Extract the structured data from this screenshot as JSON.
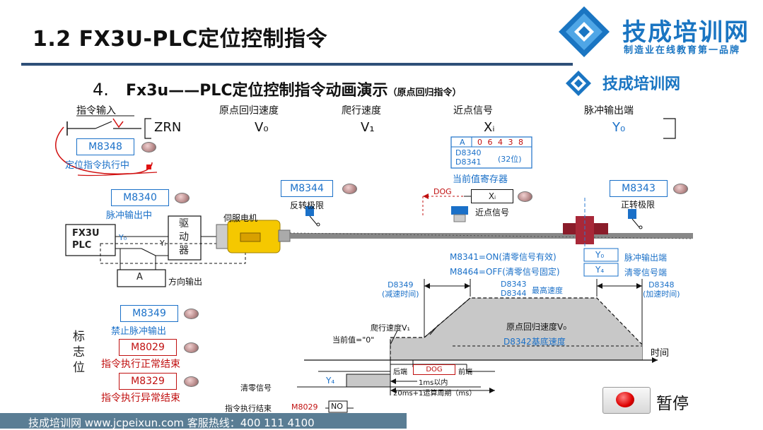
{
  "header": {
    "title": "1.2  FX3U-PLC定位控制指令",
    "brand": {
      "name": "技成培训网",
      "slogan": "制造业在线教育第一品牌"
    }
  },
  "section": {
    "number": "4.",
    "title": "Fx3u——PLC定位控制指令动画演示",
    "subtitle": "（原点回归指令）",
    "brand_small": "技成培训网"
  },
  "instruction": {
    "labels": [
      "指令输入",
      "原点回归速度",
      "爬行速度",
      "近点信号",
      "脉冲输出端"
    ],
    "symbols": [
      "ZRN",
      "V₀",
      "V₁",
      "Xᵢ",
      "Y₀"
    ]
  },
  "m8348": {
    "label": "M8348",
    "caption": "定位指令执行中"
  },
  "register": {
    "a": "A",
    "digits": "0 6 4 3 8",
    "d1": "D8340",
    "d2": "D8341",
    "bits": "(32位)",
    "caption": "当前值寄存器"
  },
  "m8340": {
    "label": "M8340",
    "caption": "脉冲输出中"
  },
  "m8344": {
    "label": "M8344",
    "caption": "反转极限"
  },
  "m8343": {
    "label": "M8343",
    "caption": "正转极限"
  },
  "dog": {
    "label": "DOG",
    "xi": "Xᵢ",
    "caption": "近点信号"
  },
  "wiring": {
    "plc": "FX3U\nPLC",
    "y0": "Y₀",
    "yi": "Yᵢ",
    "driver": "驱\n动\n器",
    "a": "A",
    "dir_output": "方向输出",
    "servo": "伺服电机"
  },
  "flags": {
    "m8341": "M8341=ON(清零信号有效)",
    "m8464": "M8464=OFF(清零信号固定)",
    "y0": "Y₀",
    "y0_caption": "脉冲输出端",
    "y4": "Y₄",
    "y4_caption": "清零信号端"
  },
  "status": {
    "side_label": "标\n志\n位",
    "m8349": {
      "label": "M8349",
      "caption": "禁止脉冲输出"
    },
    "m8029": {
      "label": "M8029",
      "caption": "指令执行正常结束"
    },
    "m8329": {
      "label": "M8329",
      "caption": "指令执行异常结束"
    }
  },
  "timing": {
    "d8349": "D8349\n(减速时间)",
    "d8343": "D8343\nD8344",
    "max_speed": "最高速度",
    "d8348": "D8348\n(加速时间)",
    "creep_speed": "爬行速度V₁",
    "home_speed": "原点回归速度V₀",
    "base_speed": "D8342基底速度",
    "current_zero": "当前值=\"0\"",
    "time": "时间",
    "rear": "后端",
    "dog": "DOG",
    "front": "前端",
    "clear_signal": "清零信号",
    "y4": "Y₄",
    "within_1ms": "1ms以内",
    "cycle": "20ms+1运算周期（ms）",
    "end_label": "指令执行结束",
    "m8029": "M8029",
    "no": "NO"
  },
  "pause": {
    "label": "暂停"
  },
  "footer": {
    "text": "技成培训网  www.jcpeixun.com     客服热线：400 111 4100"
  }
}
